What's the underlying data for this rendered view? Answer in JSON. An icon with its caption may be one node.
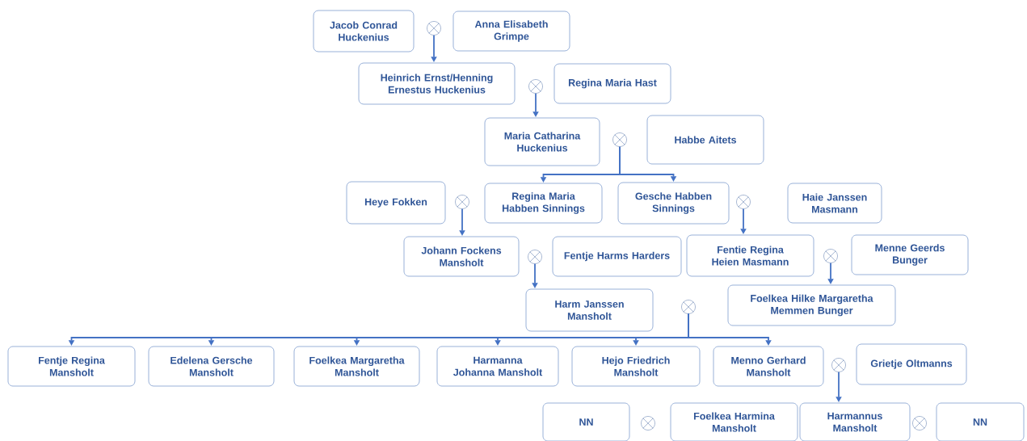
{
  "diagram": {
    "nodes": [
      {
        "text": [
          "Jacob Conrad Huckenius"
        ]
      },
      {
        "text": [],
        "shape": "circle"
      },
      {
        "text": [
          "Anna Elisabeth Grimpe"
        ]
      },
      {
        "text": [
          "Heinrich Ernst/Henning Ernestus Huckenius"
        ]
      },
      {
        "text": [],
        "shape": "circle"
      },
      {
        "text": [
          "Regina Maria Hast"
        ]
      },
      {
        "text": [
          "Maria Catharina Huckenius"
        ]
      },
      {
        "text": [],
        "shape": "circle"
      },
      {
        "text": [
          "Habbe Aitets"
        ]
      },
      {
        "text": [
          "Heye Fokken"
        ]
      },
      {
        "text": [],
        "shape": "circle"
      },
      {
        "text": [
          "Regina Maria Habben Sinnings"
        ]
      },
      {
        "text": [
          "Gesche Habben Sinnings"
        ]
      },
      {
        "text": [],
        "shape": "circle"
      },
      {
        "text": [
          "Haie Janssen Masmann"
        ]
      },
      {
        "text": [
          "Johann Fockens Mansholt"
        ]
      },
      {
        "text": [],
        "shape": "circle"
      },
      {
        "text": [
          "Fentje Harms Harders"
        ]
      },
      {
        "text": [
          "Fentie Regina Heien Masmann"
        ]
      },
      {
        "text": [],
        "shape": "circle"
      },
      {
        "text": [
          "Menne Geerds Bunger"
        ]
      },
      {
        "text": [
          "Harm Janssen Mansholt"
        ]
      },
      {
        "text": [],
        "shape": "circle"
      },
      {
        "text": [
          "Foelkea Hilke Margaretha Memmen Bunger"
        ]
      },
      {
        "text": [
          "Fentje Regina Mansholt"
        ]
      },
      {
        "text": [
          "Edelena Gersche Mansholt"
        ]
      },
      {
        "text": [
          "Foelkea Margaretha Mansholt"
        ]
      },
      {
        "text": [
          "Harmanna Johanna Mansholt"
        ]
      },
      {
        "text": [
          "Hejo Friedrich Mansholt"
        ]
      },
      {
        "text": [
          "Menno Gerhard Mansholt"
        ]
      },
      {
        "text": [],
        "shape": "circle"
      },
      {
        "text": [
          "Grietje Oltmanns"
        ]
      },
      {
        "text": [
          "NN"
        ]
      },
      {
        "text": [],
        "shape": "circle"
      },
      {
        "text": [
          "Foelkea Harmina Mansholt"
        ]
      },
      {
        "text": [
          "Harmannus Mansholt"
        ]
      },
      {
        "text": [],
        "shape": "circle"
      },
      {
        "text": [
          "NN"
        ]
      }
    ],
    "edges": [
      {
        "from": 1,
        "to": 3,
        "arrow": "to"
      },
      {
        "from": 4,
        "to": 6,
        "arrow": "to"
      },
      {
        "from": 7,
        "to": 11,
        "arrow": "to"
      },
      {
        "from": 7,
        "to": 12,
        "arrow": "to"
      },
      {
        "from": 10,
        "to": 15,
        "arrow": "to"
      },
      {
        "from": 13,
        "to": 18,
        "arrow": "to"
      },
      {
        "from": 16,
        "to": 21,
        "arrow": "to"
      },
      {
        "from": 19,
        "to": 23,
        "arrow": "to"
      },
      {
        "from": 22,
        "to": 24,
        "arrow": "to"
      },
      {
        "from": 22,
        "to": 25,
        "arrow": "to"
      },
      {
        "from": 22,
        "to": 26,
        "arrow": "to"
      },
      {
        "from": 22,
        "to": 27,
        "arrow": "to"
      },
      {
        "from": 22,
        "to": 28,
        "arrow": "to"
      },
      {
        "from": 22,
        "to": 29,
        "arrow": "to"
      },
      {
        "from": 30,
        "to": 35,
        "arrow": "to"
      }
    ]
  }
}
